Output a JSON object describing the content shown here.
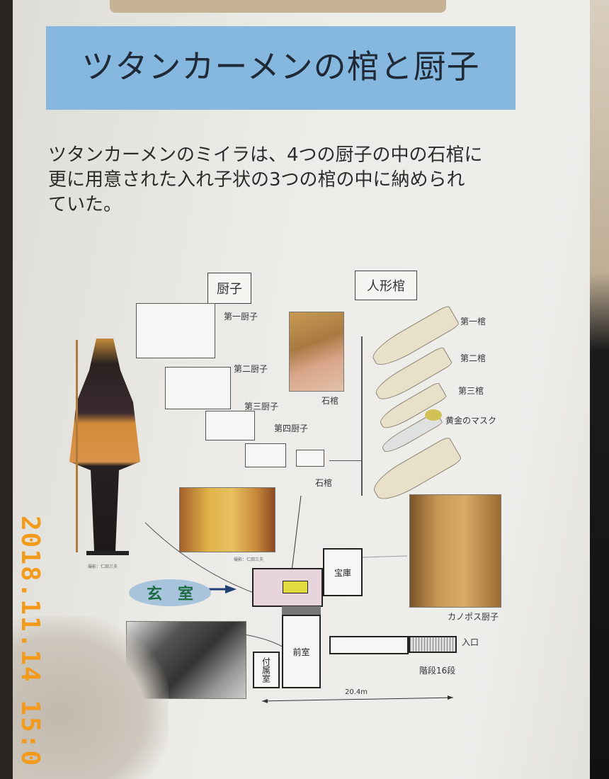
{
  "title": "ツタンカーメンの棺と厨子",
  "intro": [
    "ツタンカーメンのミイラは、4つの厨子の中の石棺に",
    "更に用意された入れ子状の3つの棺の中に納められ",
    "ていた。"
  ],
  "shrines": {
    "heading": "厨子",
    "items": [
      "第一厨子",
      "第二厨子",
      "第三厨子",
      "第四厨子"
    ],
    "sarcophagus": "石棺",
    "photo_caption": "石棺"
  },
  "coffins": {
    "heading": "人形棺",
    "items": [
      "第一棺",
      "第二棺",
      "第三棺",
      "黄金のマスク"
    ]
  },
  "photo_credit": "撮影：仁田三夫",
  "plan": {
    "burial_chamber": "玄　室",
    "treasury": "宝庫",
    "antechamber": "前室",
    "annex": "付属室",
    "entrance": "入口",
    "stairs": "階段16段",
    "length": "20.4m"
  },
  "canopic_caption": "カノポス厨子",
  "timestamp": "2018.11.14 15:0"
}
